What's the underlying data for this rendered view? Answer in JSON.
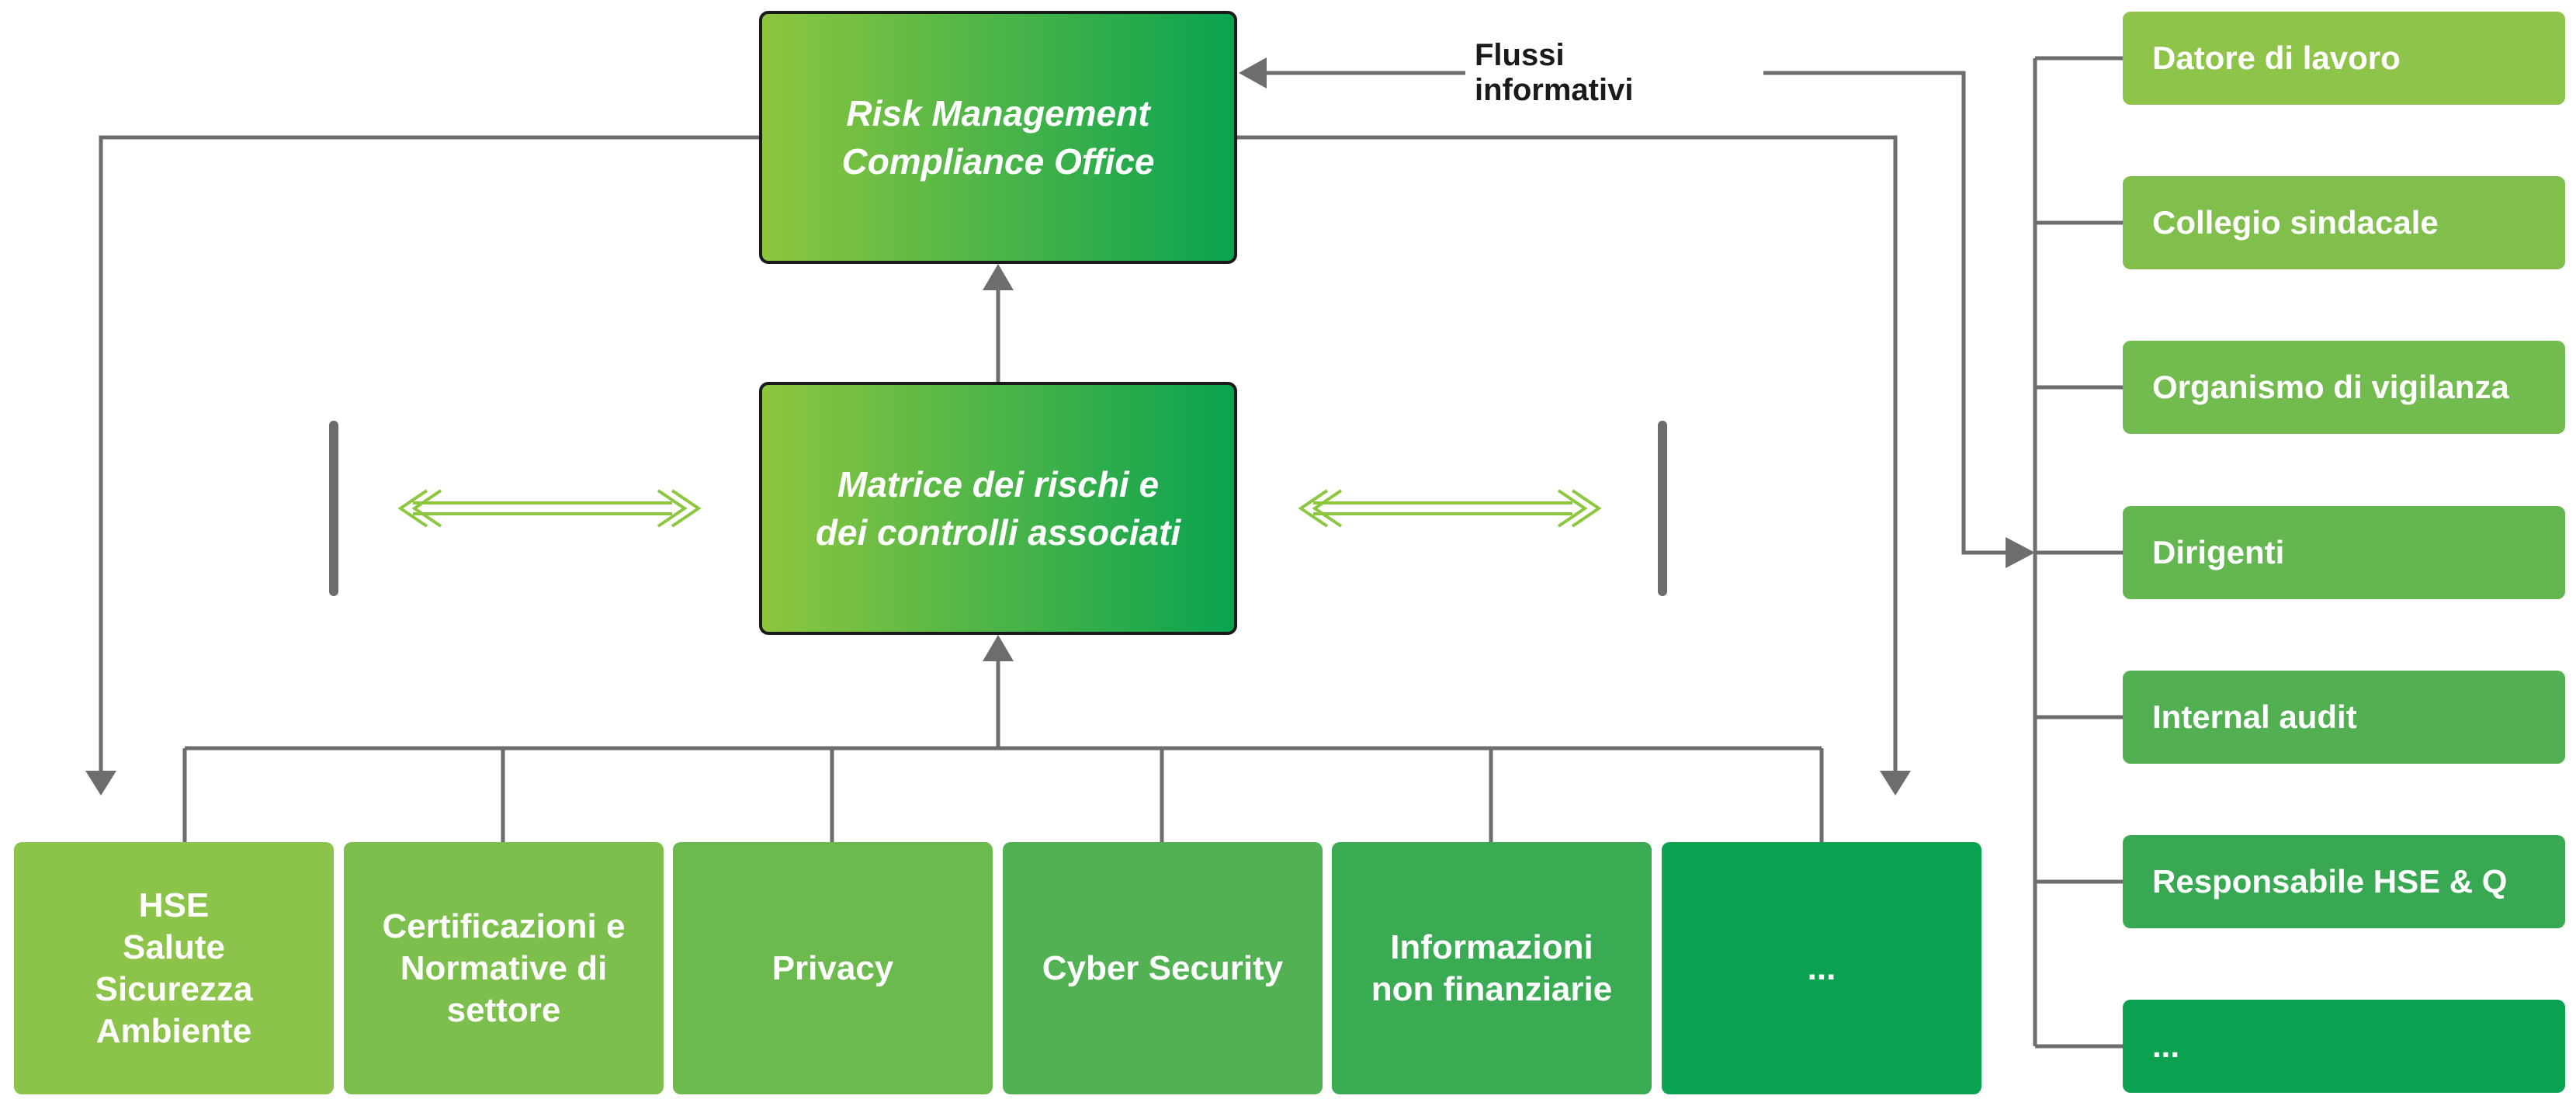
{
  "colors": {
    "connector": "#6d6d6f",
    "exchange_arrow": "#8dc63f",
    "core_gradient_start": "#8dc63f",
    "core_gradient_end": "#0aa350",
    "area_1": "#8cc34a",
    "area_2": "#7dbf4c",
    "area_3": "#6cba4e",
    "area_4": "#52b253",
    "area_5": "#3aab53",
    "area_6": "#0ba251",
    "recipient_1": "#8ec44a",
    "recipient_2": "#80bf4c",
    "recipient_3": "#72bb4e",
    "recipient_4": "#64b650",
    "recipient_5": "#52b052",
    "recipient_6": "#38a853",
    "recipient_7": "#0aa150"
  },
  "core": {
    "office": "Risk Management\nCompliance Office",
    "matrix": "Matrice dei rischi e\ndei controlli associati"
  },
  "flow_label": "Flussi informativi",
  "areas": [
    "HSE\nSalute\nSicurezza\nAmbiente",
    "Certificazioni e\nNormative di\nsettore",
    "Privacy",
    "Cyber Security",
    "Informazioni\nnon finanziarie",
    "..."
  ],
  "recipients": [
    "Datore di lavoro",
    "Collegio sindacale",
    "Organismo di vigilanza",
    "Dirigenti",
    "Internal audit",
    "Responsabile HSE & Q",
    "..."
  ]
}
